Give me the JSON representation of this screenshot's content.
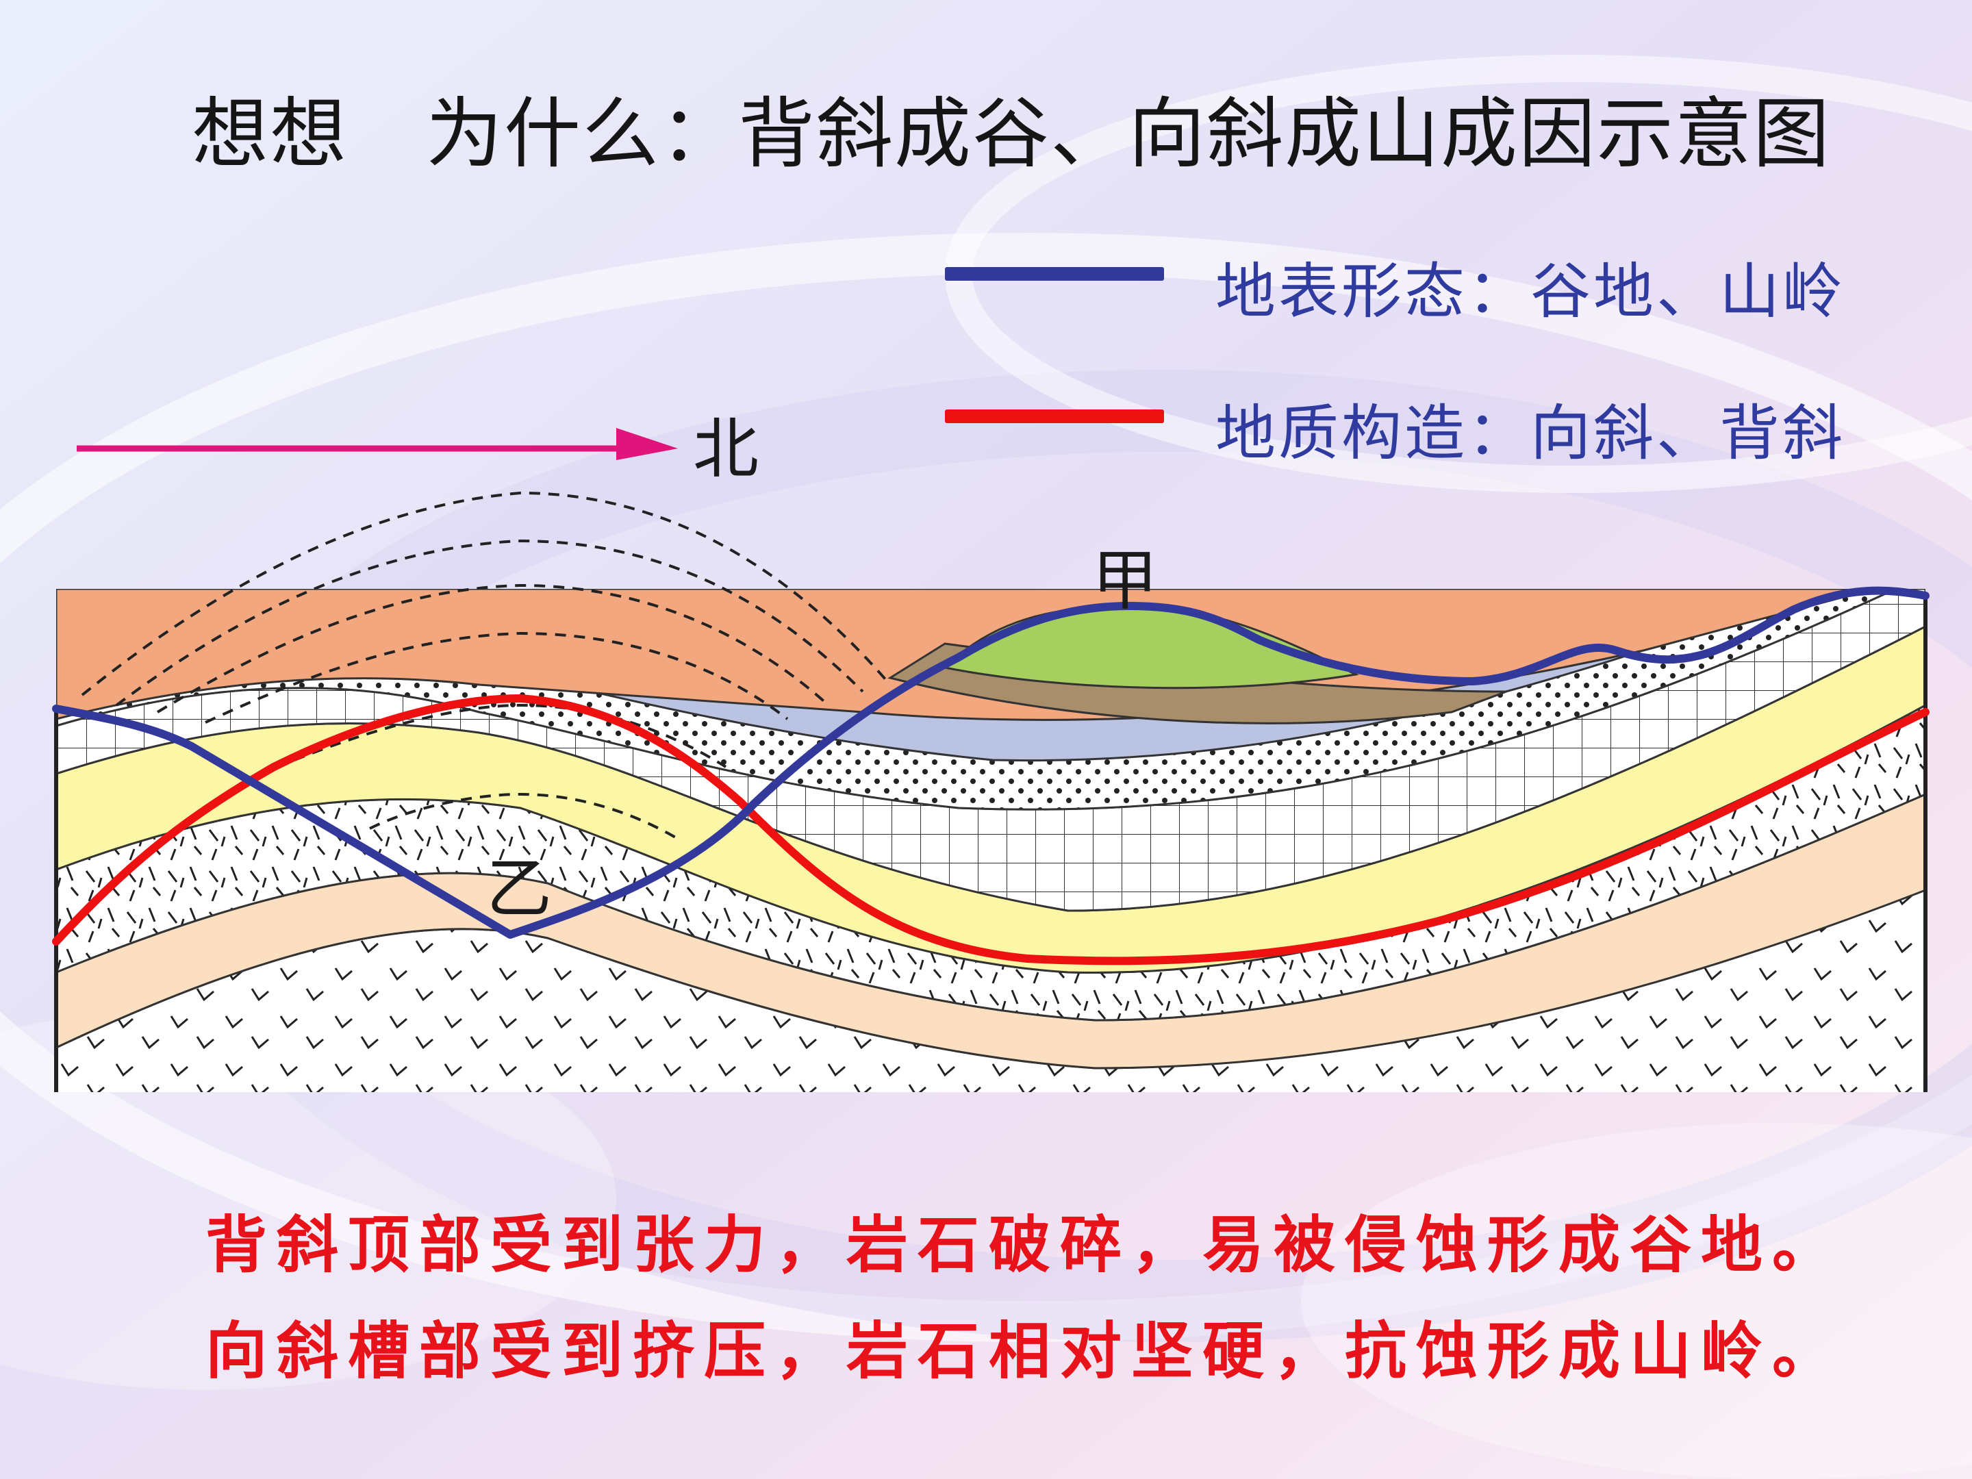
{
  "title": "想想　为什么：背斜成谷、向斜成山成因示意图",
  "legend": [
    {
      "label": "地表形态：谷地、山岭",
      "color": "#33399a"
    },
    {
      "label": "地质构造：向斜、背斜",
      "color": "#ee1111"
    }
  ],
  "direction_label": "北",
  "labels": {
    "jia": "甲",
    "yi": "乙"
  },
  "captions": [
    "背斜顶部受到张力，岩石破碎，易被侵蚀形成谷地。",
    "向斜槽部受到挤压，岩石相对坚硬，抗蚀形成山岭。"
  ],
  "colors": {
    "surface": "#33399a",
    "structure": "#ee1111",
    "arrow": "#e0147a",
    "layer_green": "#a6cf5f",
    "layer_brown": "#a88e6a",
    "layer_orange": "#f3a77f",
    "layer_yellow": "#fcf7a6",
    "layer_peach": "#fbdfc0",
    "layer_core": "#bac3e2",
    "caption": "#e8121a"
  }
}
